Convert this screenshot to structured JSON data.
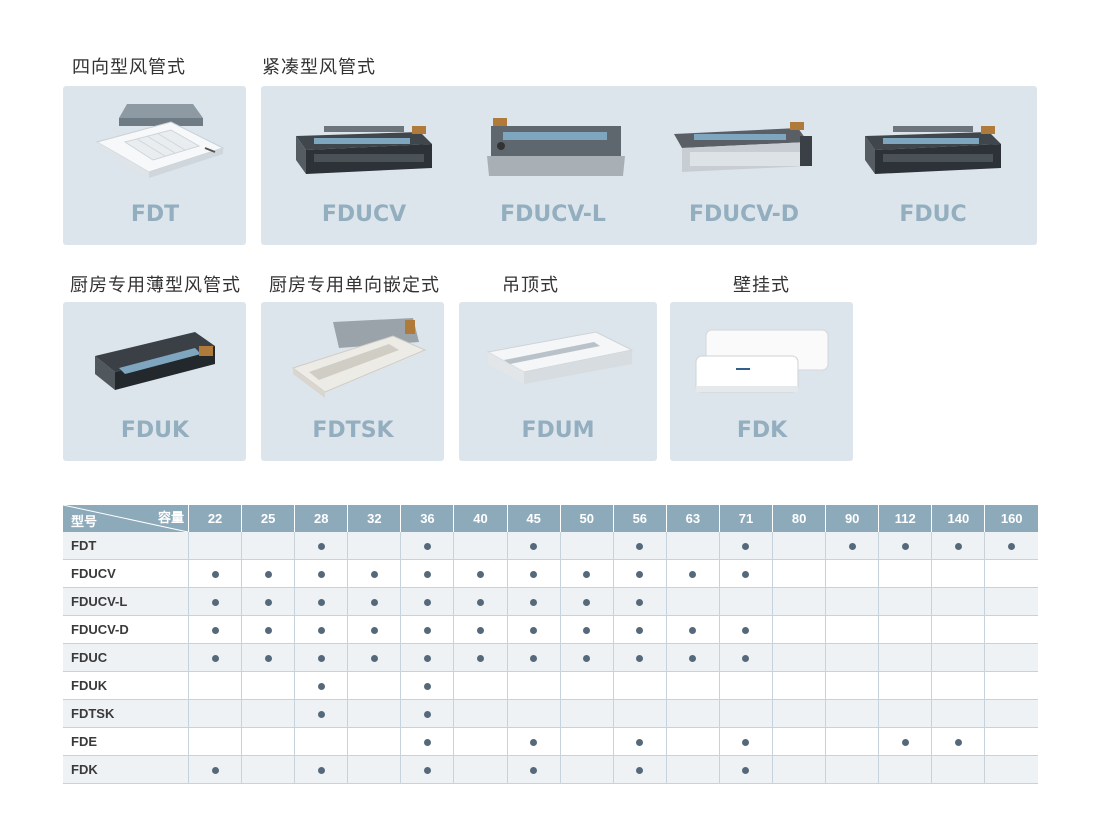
{
  "categories": {
    "four_way": "四向型风管式",
    "compact": "紧凑型风管式",
    "kitchen_thin": "厨房专用薄型风管式",
    "kitchen_one_way": "厨房专用单向嵌定式",
    "ceiling": "吊顶式",
    "wall": "壁挂式"
  },
  "products": {
    "fdt": "FDT",
    "fducv": "FDUCV",
    "fducv_l": "FDUCV-L",
    "fducv_d": "FDUCV-D",
    "fduc": "FDUC",
    "fduk": "FDUK",
    "fdtsk": "FDTSK",
    "fdum": "FDUM",
    "fdk": "FDK"
  },
  "table": {
    "corner_capacity": "容量",
    "corner_model": "型号",
    "capacities": [
      "22",
      "25",
      "28",
      "32",
      "36",
      "40",
      "45",
      "50",
      "56",
      "63",
      "71",
      "80",
      "90",
      "112",
      "140",
      "160"
    ],
    "rows": [
      {
        "model": "FDT",
        "marks": [
          0,
          0,
          1,
          0,
          1,
          0,
          1,
          0,
          1,
          0,
          1,
          0,
          1,
          1,
          1,
          1
        ]
      },
      {
        "model": "FDUCV",
        "marks": [
          1,
          1,
          1,
          1,
          1,
          1,
          1,
          1,
          1,
          1,
          1,
          0,
          0,
          0,
          0,
          0
        ]
      },
      {
        "model": "FDUCV-L",
        "marks": [
          1,
          1,
          1,
          1,
          1,
          1,
          1,
          1,
          1,
          0,
          0,
          0,
          0,
          0,
          0,
          0
        ]
      },
      {
        "model": "FDUCV-D",
        "marks": [
          1,
          1,
          1,
          1,
          1,
          1,
          1,
          1,
          1,
          1,
          1,
          0,
          0,
          0,
          0,
          0
        ]
      },
      {
        "model": "FDUC",
        "marks": [
          1,
          1,
          1,
          1,
          1,
          1,
          1,
          1,
          1,
          1,
          1,
          0,
          0,
          0,
          0,
          0
        ]
      },
      {
        "model": "FDUK",
        "marks": [
          0,
          0,
          1,
          0,
          1,
          0,
          0,
          0,
          0,
          0,
          0,
          0,
          0,
          0,
          0,
          0
        ]
      },
      {
        "model": "FDTSK",
        "marks": [
          0,
          0,
          1,
          0,
          1,
          0,
          0,
          0,
          0,
          0,
          0,
          0,
          0,
          0,
          0,
          0
        ]
      },
      {
        "model": "FDE",
        "marks": [
          0,
          0,
          0,
          0,
          1,
          0,
          1,
          0,
          1,
          0,
          1,
          0,
          0,
          1,
          1,
          0
        ]
      },
      {
        "model": "FDK",
        "marks": [
          1,
          0,
          1,
          0,
          1,
          0,
          1,
          0,
          1,
          0,
          1,
          0,
          0,
          0,
          0,
          0
        ]
      }
    ]
  }
}
